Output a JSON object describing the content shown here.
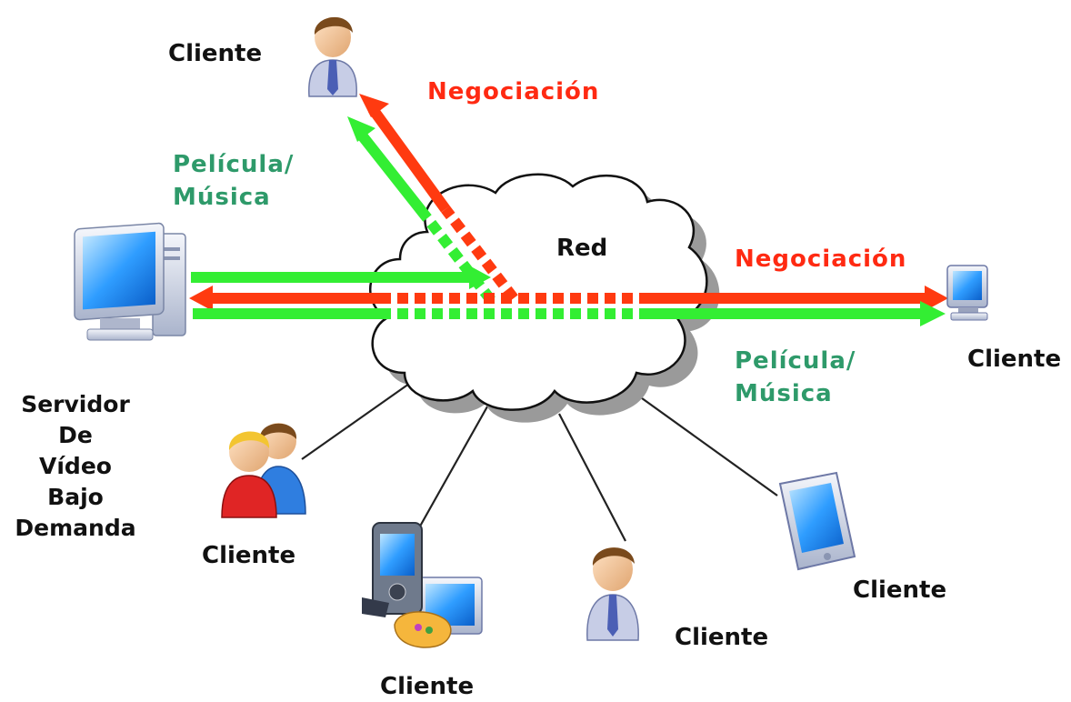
{
  "labels": {
    "cliente_top": "Cliente",
    "negociacion_top": "Negociación",
    "pelicula_left_1": "Película/",
    "pelicula_left_2": "Música",
    "red": "Red",
    "negociacion_right": "Negociación",
    "cliente_right": "Cliente",
    "pelicula_right_1": "Película/",
    "pelicula_right_2": "Música",
    "server": [
      "Servidor",
      "De",
      "Vídeo",
      "Bajo",
      "Demanda"
    ],
    "cliente_bl": "Cliente",
    "cliente_bottom": "Cliente",
    "cliente_bm": "Cliente",
    "cliente_br": "Cliente"
  },
  "colors": {
    "negotiation": "#ff3a10",
    "media": "#33ee33",
    "cloud_fill": "#ffffff",
    "cloud_shadow": "#9a9a9a"
  },
  "icons": [
    "user-icon",
    "computer-icon",
    "monitor-icon",
    "group-icon",
    "pda-icon",
    "tablet-icon",
    "cloud-icon"
  ]
}
